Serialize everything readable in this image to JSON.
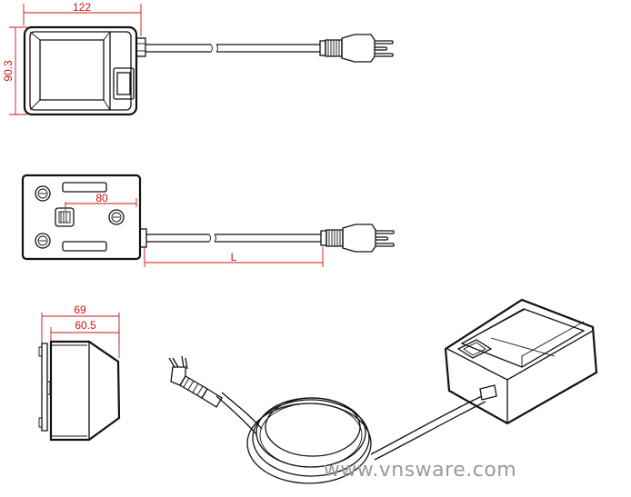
{
  "dimensions": {
    "top_width": "122",
    "top_height": "90.3",
    "spacing": "80",
    "cord_length": "L",
    "side_outer": "69",
    "side_inner": "60.5"
  },
  "watermark": "www.vnsware.com",
  "colors": {
    "outline": "#111111",
    "dimension": "#c81414",
    "watermark": "#9a9a9a",
    "background": "#ffffff"
  }
}
